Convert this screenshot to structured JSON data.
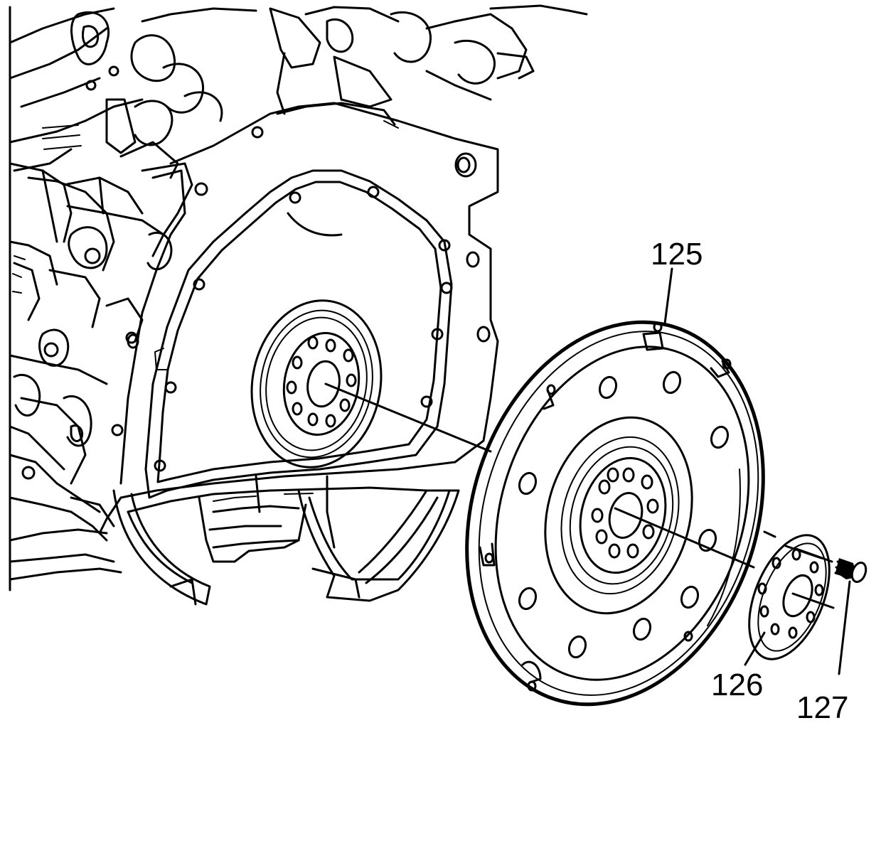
{
  "callouts": {
    "flywheel": {
      "number": "125"
    },
    "reinforcement_plate": {
      "number": "126"
    },
    "bolt": {
      "number": "127"
    }
  },
  "colors": {
    "line": "#000000",
    "background": "#ffffff"
  }
}
